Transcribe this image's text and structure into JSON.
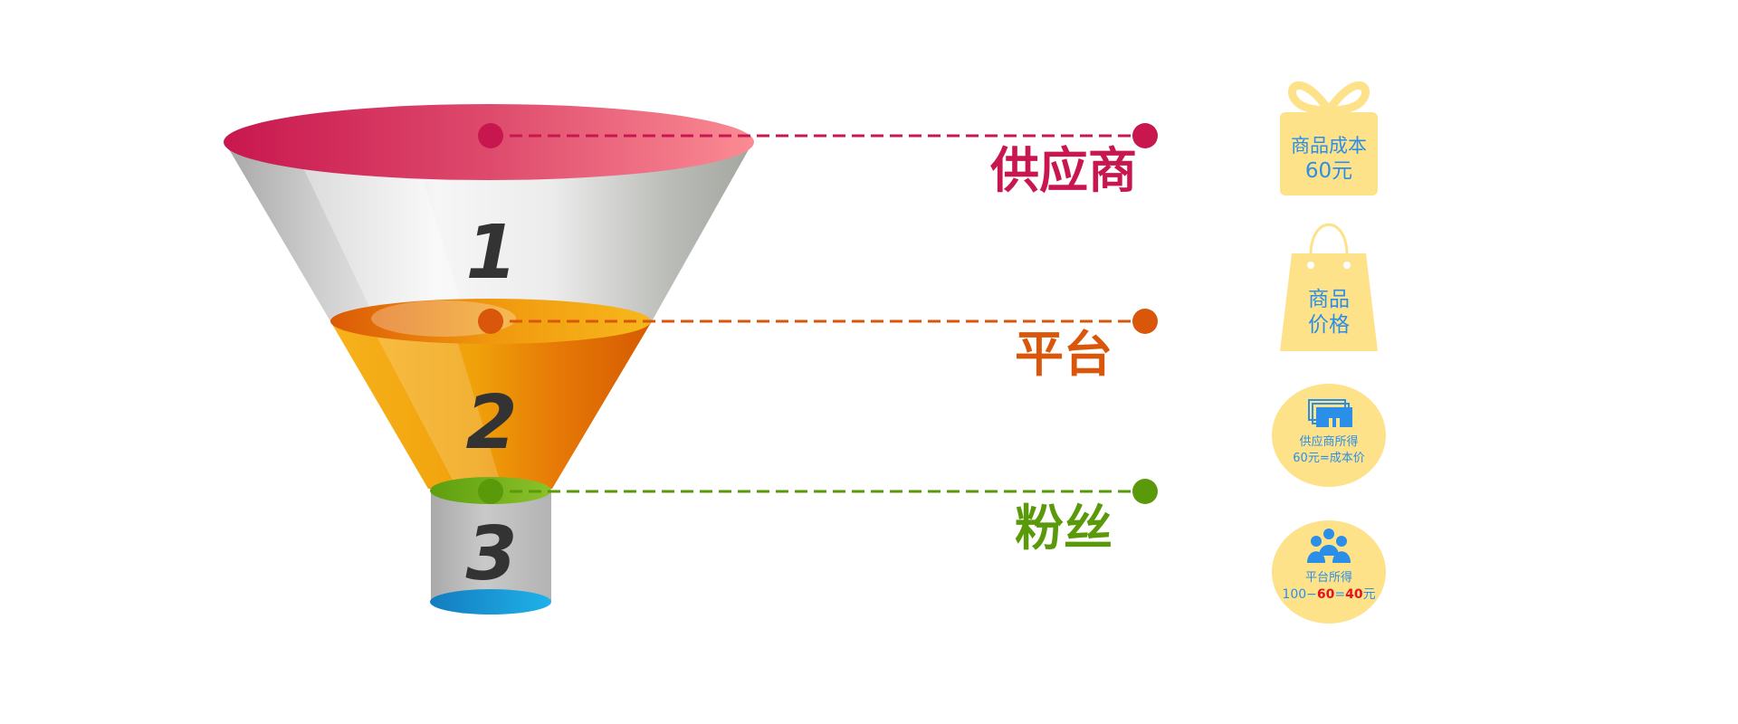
{
  "funnel": {
    "numbers": [
      "1",
      "2",
      "3"
    ],
    "colors": {
      "supplier": "#c8174e",
      "platform": "#d9560a",
      "fans": "#5a9a0a",
      "bottom": "#1a9ad6"
    }
  },
  "rows": [
    {
      "label": "供应商",
      "color": "#c8174e"
    },
    {
      "label": "平台",
      "color": "#d9560a"
    },
    {
      "label": "粉丝",
      "color": "#5a9a0a"
    }
  ],
  "icons": {
    "gift": {
      "line1": "商品成本",
      "line2": "60元"
    },
    "bag": {
      "line1": "商品",
      "line2": "价格"
    },
    "supplier_income": {
      "line1": "供应商所得",
      "line2": "60元=成本价"
    },
    "platform_income": {
      "line1": "平台所得",
      "formula": {
        "a": "100",
        "op1": "−",
        "b": "60",
        "eq": "=",
        "c": "40",
        "unit": "元"
      }
    },
    "fill_color": "#fde28a",
    "text_color": "#2b8fe8",
    "highlight_color": "#e8121f"
  }
}
